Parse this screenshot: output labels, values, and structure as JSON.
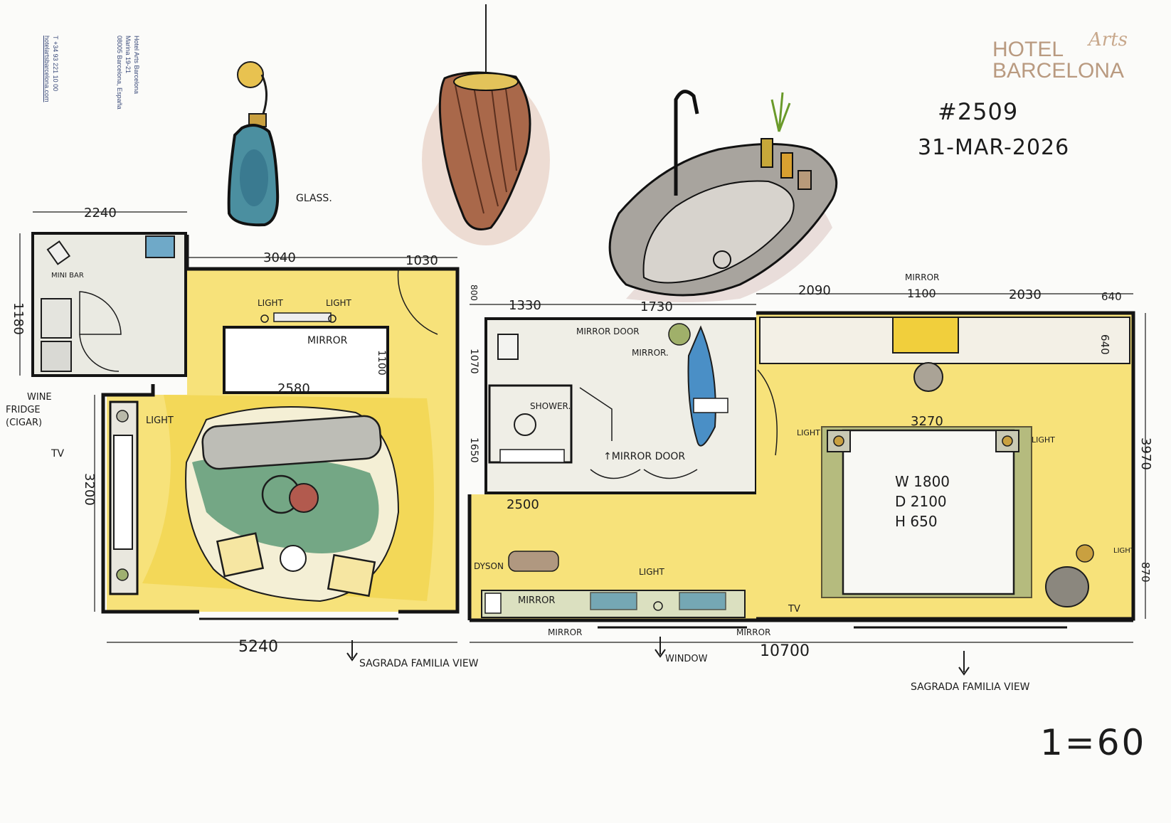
{
  "letterhead": {
    "hotel_lines": [
      "Hotel Arts Barcelona",
      "Marina 19-21",
      "08005 Barcelona, España"
    ],
    "contact_lines": [
      "T +34 93 221 10 00",
      "hotelartsbarcelona.com"
    ]
  },
  "logo": {
    "line1": "HOTEL",
    "script": "Arts",
    "line2": "BARCELONA"
  },
  "room_number": "#2509",
  "date": "31-MAR-2026",
  "scale": "1=60",
  "labels": {
    "glass": "GLASS.",
    "mini_bar": "MINI BAR",
    "wine_fridge": [
      "WINE",
      "FRIDGE",
      "(CIGAR)"
    ],
    "tv_left": "TV",
    "light_a": "LIGHT",
    "light_b": "LIGHT",
    "light_c": "LIGHT",
    "mirror_desk": "MIRROR",
    "mirror_door_top": "MIRROR DOOR",
    "mirror_small": "MIRROR.",
    "shower": "SHOWER.",
    "mirror_door_bottom": "↑MIRROR DOOR",
    "dyson": "DYSON",
    "mirror_vanity": "MIRROR",
    "light_vanity": "LIGHT",
    "mirror_top_right": "MIRROR",
    "light_bed_left": "LIGHT",
    "light_bed_right": "LIGHT",
    "light_chair": "LIGHT",
    "tv_bottom": "TV",
    "mirror_bottom_a": "MIRROR",
    "mirror_bottom_b": "MIRROR",
    "window": "WINDOW",
    "view_left": "SAGRADA FAMILIA VIEW",
    "view_right": "SAGRADA FAMILIA VIEW"
  },
  "bed": {
    "w": "W 1800",
    "d": "D 2100",
    "h": "H 650"
  },
  "dimensions": {
    "d2240": "2240",
    "d1180": "1180",
    "d3040": "3040",
    "d1030": "1030",
    "d1100_desk": "1100",
    "d2580": "2580",
    "d3200": "3200",
    "d5240": "5240",
    "d800": "800",
    "d1330": "1330",
    "d1730": "1730",
    "d1070": "1070",
    "d1650": "1650",
    "d2500": "2500",
    "d2090": "2090",
    "d1100_top": "1100",
    "d2030": "2030",
    "d640_a": "640",
    "d640_b": "640",
    "d3270": "3270",
    "d3970": "3970",
    "d870": "870",
    "d10700": "10700"
  },
  "colors": {
    "wall": "#141414",
    "floor": "#f7e27a",
    "floor_deep": "#f1cf3c",
    "rug": "#4a8f6a",
    "pink": "#b67a6a",
    "water": "#3a7fb0"
  }
}
